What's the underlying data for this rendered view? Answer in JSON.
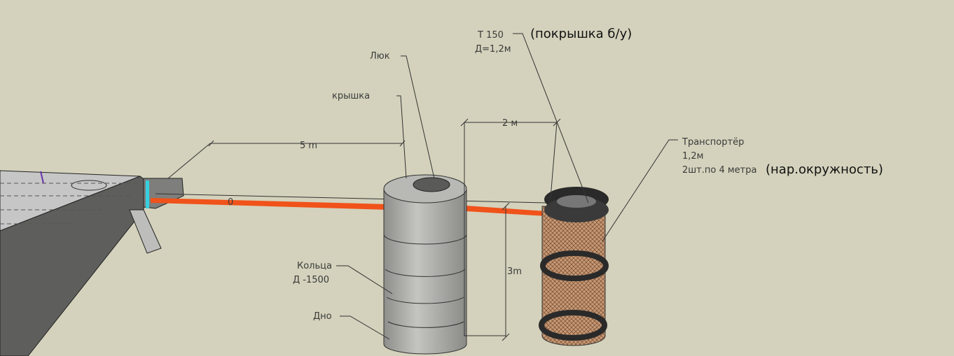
{
  "labels": {
    "tire_type": "Т 150",
    "tire_diameter": "Д=1,2м",
    "tire_note": "(покрышка б/у)",
    "hatch": "Люк",
    "lid": "крышка",
    "dim_2m": "2 м",
    "dim_5m": "5 m",
    "conveyor": "Транспортёр",
    "conveyor_width": "1,2м",
    "conveyor_count": "2шт.по 4 метра",
    "conveyor_note": "(нар.окружность)",
    "rings": "Кольца",
    "rings_diameter": "Д -1500",
    "dim_3m": "3m",
    "bottom": "Дно",
    "pipe_mark": "0"
  },
  "colors": {
    "background": "#d4d2bc",
    "pipe": "#f0521a",
    "concrete": "#a9a9a4",
    "mesh": "#b07a52",
    "tire": "#2a2a2a"
  }
}
